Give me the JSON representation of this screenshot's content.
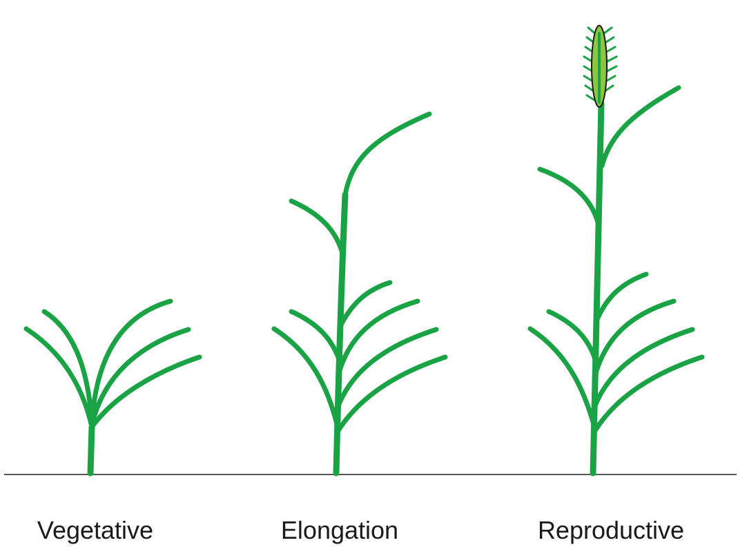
{
  "colors": {
    "plant": "#1aa345",
    "head_fill": "#8cc63f",
    "head_outline": "#1a1a1a",
    "ground": "#555555",
    "label_text": "#1a1a1a",
    "background": "#ffffff"
  },
  "stages": [
    {
      "label": "Vegetative"
    },
    {
      "label": "Elongation"
    },
    {
      "label": "Reproductive"
    }
  ]
}
